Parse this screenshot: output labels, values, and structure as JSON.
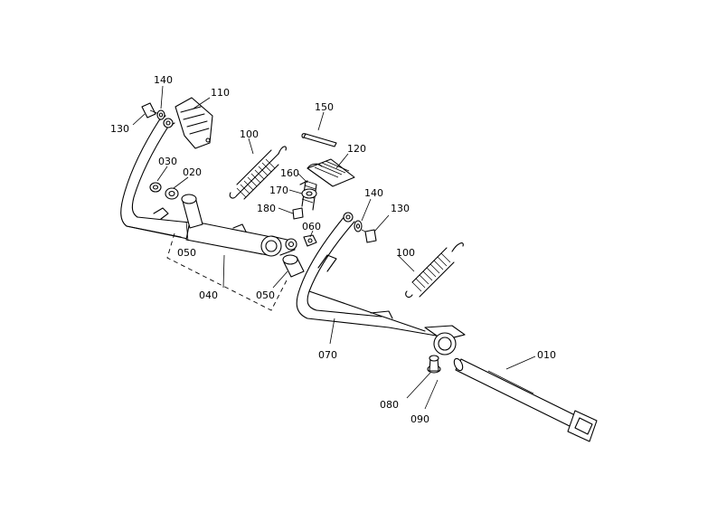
{
  "labels": {
    "p010": "010",
    "p020": "020",
    "p030": "030",
    "p040": "040",
    "p050a": "050",
    "p050b": "050",
    "p060": "060",
    "p070": "070",
    "p080": "080",
    "p090": "090",
    "p100a": "100",
    "p100b": "100",
    "p110": "110",
    "p120": "120",
    "p130a": "130",
    "p130b": "130",
    "p140a": "140",
    "p140b": "140",
    "p150": "150",
    "p160": "160",
    "p170": "170",
    "p180": "180"
  }
}
